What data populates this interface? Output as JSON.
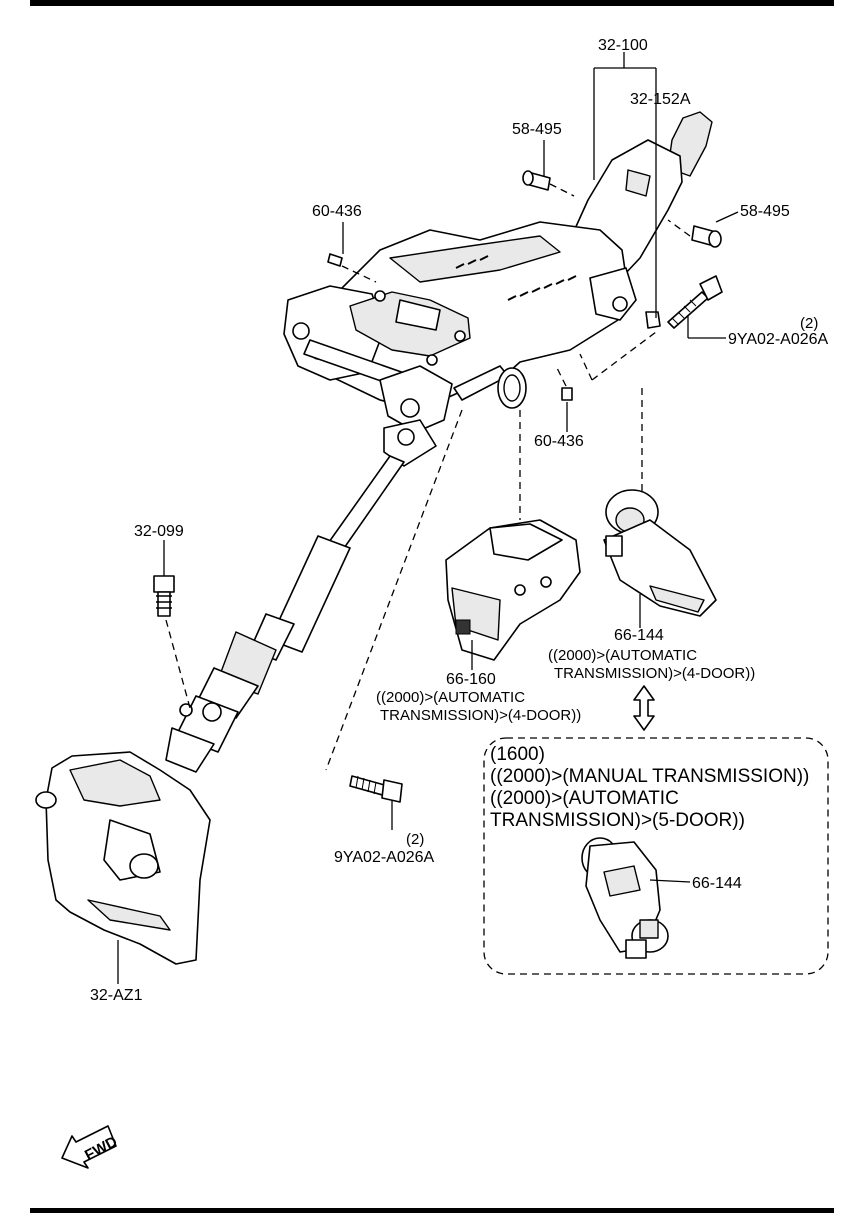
{
  "labels": {
    "p32_100": "32-100",
    "p32_152a": "32-152A",
    "p58_495_top": "58-495",
    "p58_495_right": "58-495",
    "p60_436_top": "60-436",
    "p60_436_mid": "60-436",
    "qty_right": "(2)",
    "p9ya02_right": "9YA02-A026A",
    "p32_099": "32-099",
    "p66_144_top": "66-144",
    "note_66_144_l1": "((2000)>(AUTOMATIC",
    "note_66_144_l2": "TRANSMISSION)>(4-DOOR))",
    "p66_160": "66-160",
    "note_66_160_l1": "((2000)>(AUTOMATIC",
    "note_66_160_l2": "TRANSMISSION)>(4-DOOR))",
    "qty_lower": "(2)",
    "p9ya02_lower": "9YA02-A026A",
    "p32_az1": "32-AZ1",
    "box_l1": "(1600)",
    "box_l2": "((2000)>(MANUAL TRANSMISSION))",
    "box_l3": "((2000)>(AUTOMATIC",
    "box_l4": "TRANSMISSION)>(5-DOOR))",
    "p66_144_box": "66-144",
    "fwd": "FWD"
  },
  "icons": {
    "fwd_arrow": "fwd-arrow-icon",
    "interchange": "double-arrow-icon"
  },
  "colors": {
    "line": "#000000",
    "background": "#ffffff"
  }
}
